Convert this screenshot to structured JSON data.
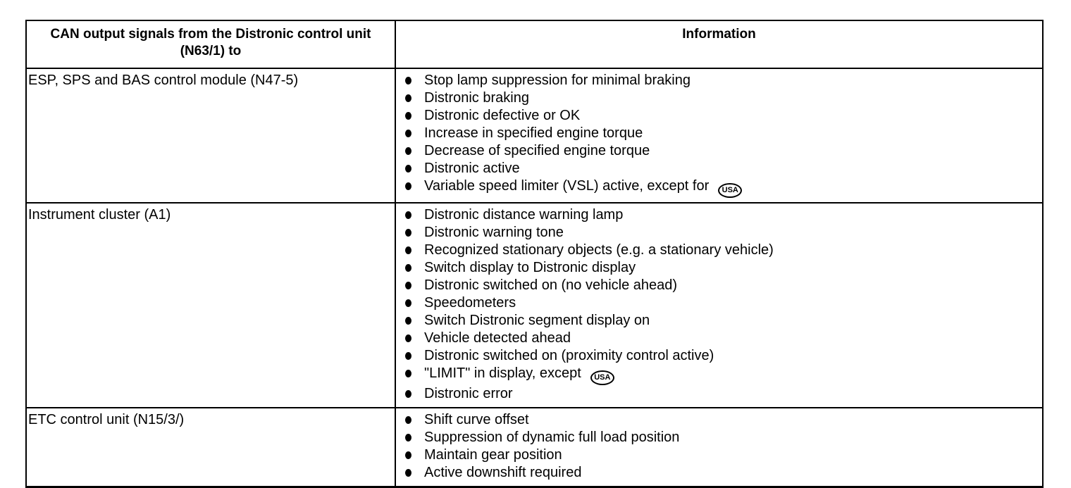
{
  "page": {
    "background_color": "#ffffff",
    "text_color": "#000000",
    "border_color": "#000000"
  },
  "table": {
    "columns": [
      "CAN output signals from the Distronic control unit (N63/1) to",
      "Information"
    ],
    "usa_badge_label": "USA",
    "rows": [
      {
        "target": "ESP, SPS and BAS control module (N47-5)",
        "signals": [
          {
            "text": "Stop lamp suppression for minimal braking"
          },
          {
            "text": "Distronic braking"
          },
          {
            "text": "Distronic defective or OK"
          },
          {
            "text": "Increase in specified engine torque"
          },
          {
            "text": "Decrease of specified engine torque"
          },
          {
            "text": "Distronic active"
          },
          {
            "text": "Variable speed limiter (VSL) active, except for",
            "usa_badge": true
          }
        ]
      },
      {
        "target": "Instrument cluster (A1)",
        "signals": [
          {
            "text": "Distronic distance warning lamp"
          },
          {
            "text": "Distronic warning tone"
          },
          {
            "text": "Recognized stationary objects (e.g. a stationary vehicle)"
          },
          {
            "text": "Switch display to Distronic display"
          },
          {
            "text": "Distronic switched on (no vehicle ahead)"
          },
          {
            "text": "Speedometers"
          },
          {
            "text": "Switch Distronic segment display on"
          },
          {
            "text": "Vehicle detected ahead"
          },
          {
            "text": "Distronic switched on (proximity control active)"
          },
          {
            "text": "\"LIMIT\" in display, except",
            "usa_badge": true
          },
          {
            "text": "Distronic error"
          }
        ]
      },
      {
        "target": "ETC control unit (N15/3/)",
        "signals": [
          {
            "text": "Shift curve offset"
          },
          {
            "text": "Suppression of dynamic full load position"
          },
          {
            "text": "Maintain gear position"
          },
          {
            "text": "Active downshift required"
          }
        ]
      }
    ]
  }
}
